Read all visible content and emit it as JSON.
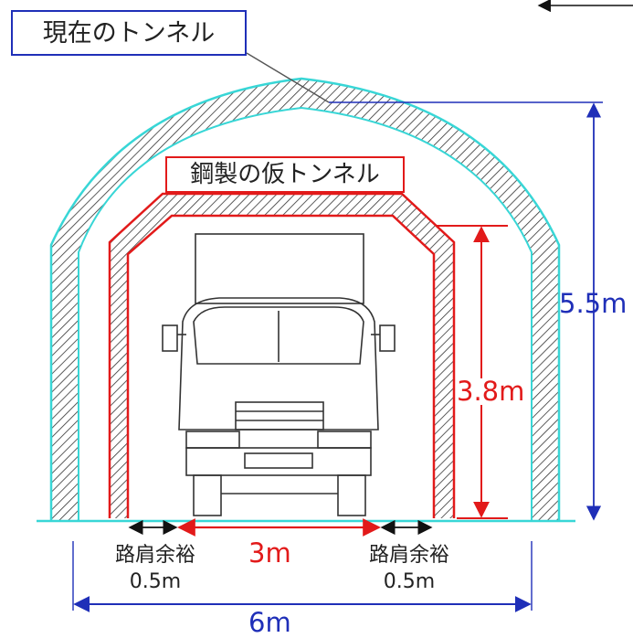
{
  "labels": {
    "current_tunnel": "現在のトンネル",
    "steel_tunnel": "鋼製の仮トンネル",
    "outer_height": "5.5m",
    "inner_height": "3.8m",
    "lane_width": "3m",
    "total_width": "6m",
    "shoulder_left": "路肩余裕",
    "shoulder_left_width": "0.5m",
    "shoulder_right": "路肩余裕",
    "shoulder_right_width": "0.5m"
  },
  "colors": {
    "outer_tunnel": "#38d6d6",
    "steel_tunnel": "#e21a1a",
    "dimension_blue": "#1f2fb8",
    "dimension_red": "#e21a1a",
    "truck": "#333333"
  }
}
